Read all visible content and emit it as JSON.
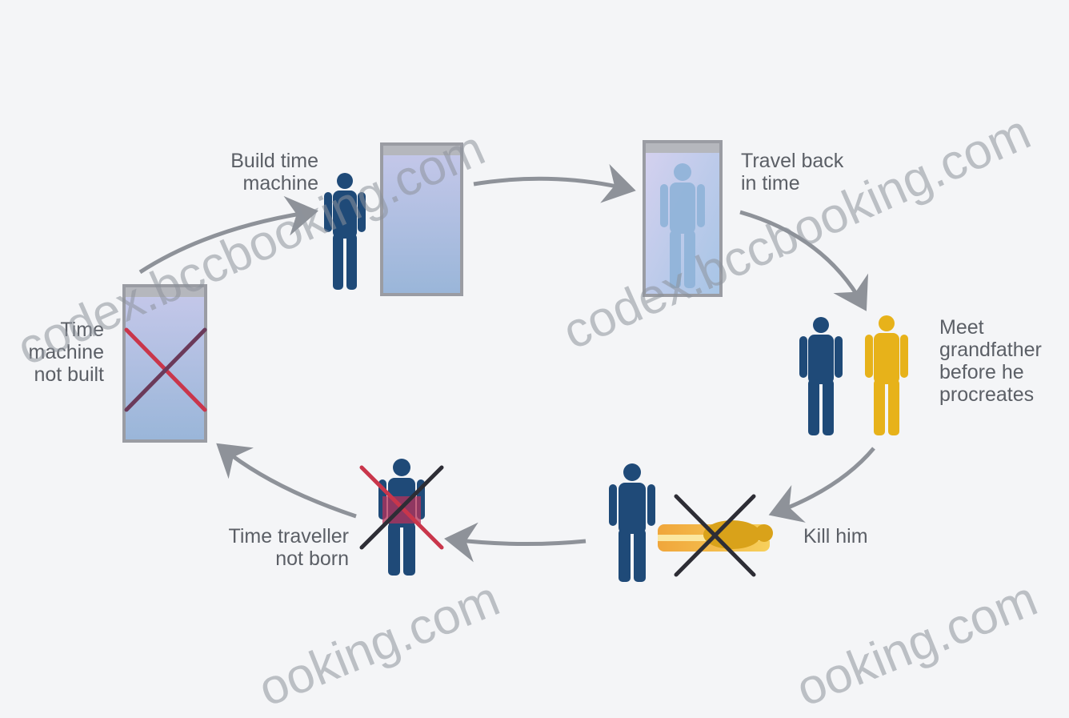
{
  "steps": {
    "build": "Build time\nmachine",
    "travel": "Travel back\nin time",
    "meet": "Meet\ngrandfather\nbefore he\nprocreates",
    "kill": "Kill him",
    "traveller_not_born": "Time traveller\nnot born",
    "machine_not_built": "Time\nmachine\nnot built"
  },
  "watermarks": {
    "w1": "codex.bccbooking.com",
    "w2": "codex.bccbooking.com",
    "w3": "ooking.com",
    "w4": "ooking.com"
  },
  "colors": {
    "background": "#f4f5f7",
    "arrow": "#8e9299",
    "figure_blue": "#1f4a78",
    "grandfather_yellow": "#e7b21a",
    "cross_red": "#c9364b",
    "cross_dark": "#2d2d35"
  }
}
